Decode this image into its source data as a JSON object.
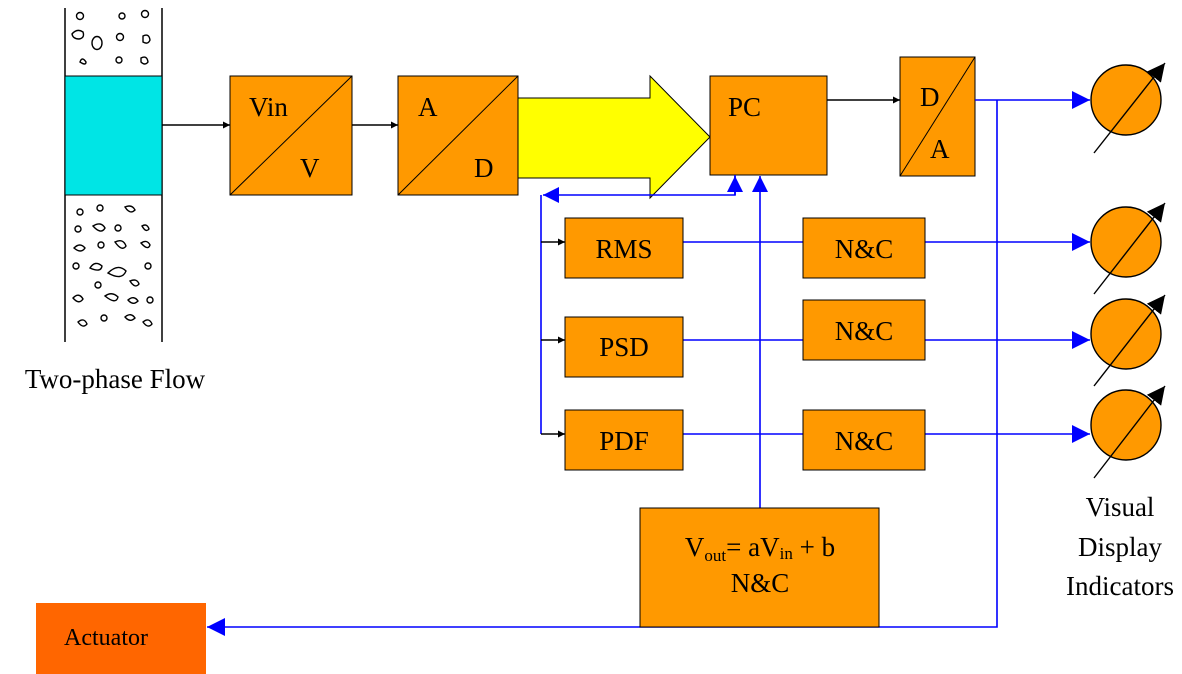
{
  "colors": {
    "block_fill": "#ff9900",
    "actuator_fill": "#ff6600",
    "liquid_fill": "#00e5e5",
    "digital_bus_fill": "#ffff00",
    "signal_wire": "#0000ff",
    "data_wire": "#000000"
  },
  "pipe": {
    "caption": "Two-phase Flow"
  },
  "converter_vin": {
    "top": "Vin",
    "bottom": "V"
  },
  "converter_ad": {
    "top": "A",
    "bottom": "D"
  },
  "pc": {
    "label": "PC"
  },
  "converter_da": {
    "top": "D",
    "bottom": "A"
  },
  "analysis": [
    {
      "label": "RMS"
    },
    {
      "label": "PSD"
    },
    {
      "label": "PDF"
    }
  ],
  "normalize": [
    {
      "label": "N&C"
    },
    {
      "label": "N&C"
    },
    {
      "label": "N&C"
    }
  ],
  "calibration": {
    "v": "V",
    "out_sub": "out",
    "eq_mid": "= aV",
    "in_sub": "in",
    "eq_end": " + b",
    "line2": "N&C"
  },
  "actuator": {
    "label": "Actuator"
  },
  "indicators": {
    "caption": [
      "Visual",
      "Display",
      "Indicators"
    ]
  }
}
